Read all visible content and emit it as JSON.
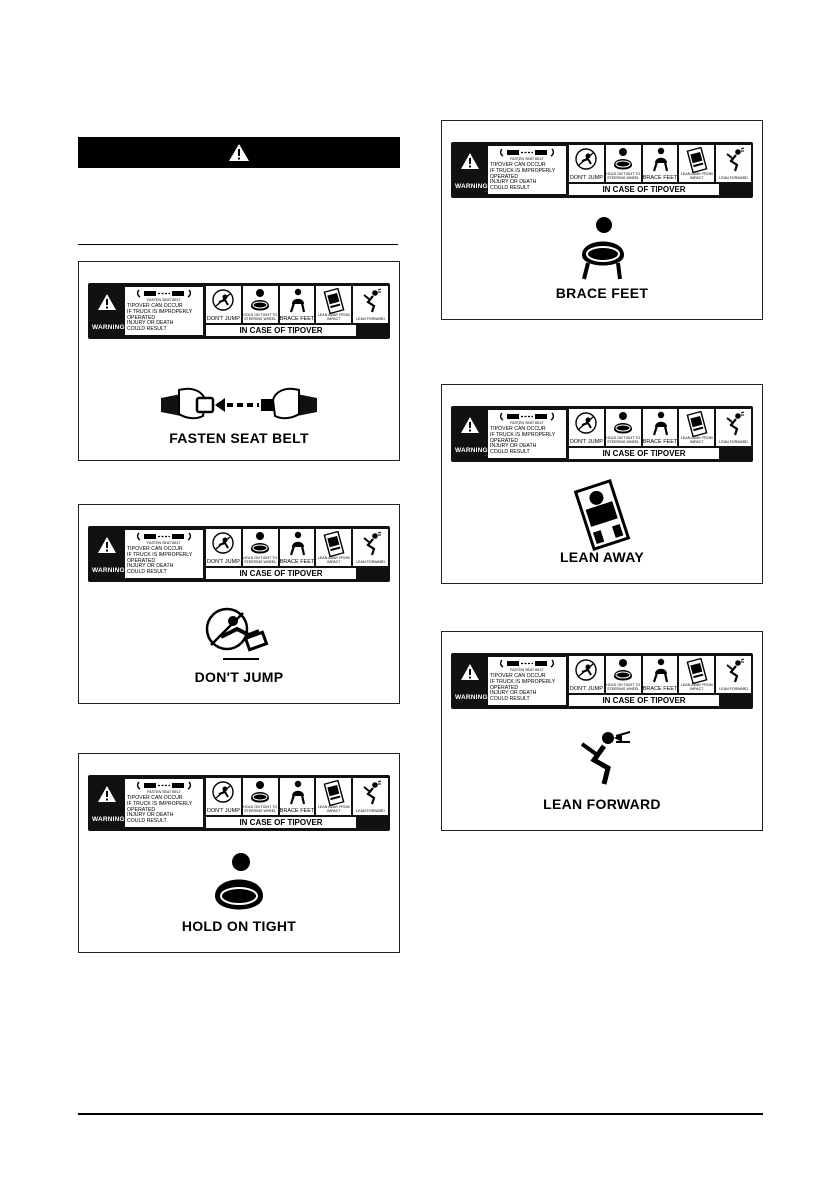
{
  "decal": {
    "fasten_label": "FASTEN SEAT BELT",
    "warning": "WARNING",
    "lines": [
      "TIPOVER CAN OCCUR",
      "IF TRUCK IS IMPROPERLY",
      "OPERATED",
      "INJURY OR DEATH",
      "COULD RESULT"
    ],
    "cells": [
      "DON'T JUMP",
      "HOLD ON TIGHT TO STEERING WHEEL",
      "BRACE FEET",
      "LEAN AWAY FROM IMPACT",
      "LEAN FORWARD"
    ],
    "tipover": "IN CASE OF TIPOVER"
  },
  "panels": [
    {
      "caption": "FASTEN SEAT BELT",
      "icon": "seat-belt-buckle-icon"
    },
    {
      "caption": "DON'T JUMP",
      "icon": "dont-jump-icon"
    },
    {
      "caption": "HOLD ON TIGHT",
      "icon": "hold-on-tight-icon"
    },
    {
      "caption": "BRACE FEET",
      "icon": "brace-feet-icon"
    },
    {
      "caption": "LEAN AWAY",
      "icon": "lean-away-icon"
    },
    {
      "caption": "LEAN FORWARD",
      "icon": "lean-forward-icon"
    }
  ]
}
